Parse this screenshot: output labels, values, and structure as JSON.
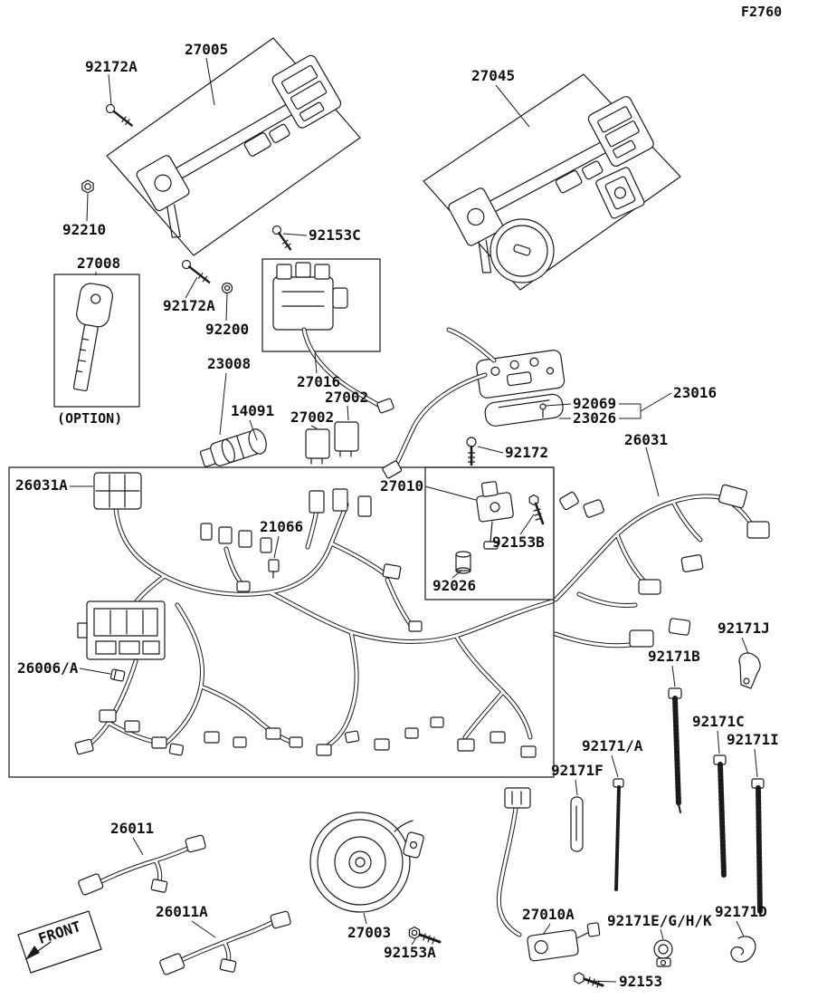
{
  "figure": {
    "code": "F2760"
  },
  "front_marker": {
    "label": "FRONT"
  },
  "option_note": {
    "label": "(OPTION)"
  },
  "labels": {
    "l92172a_1": "92172A",
    "l27005": "27005",
    "l27045": "27045",
    "l92210": "92210",
    "l92153c": "92153C",
    "l27008": "27008",
    "l92172a_2": "92172A",
    "l92200": "92200",
    "l23008": "23008",
    "l27016": "27016",
    "l27002_a": "27002",
    "l14091": "14091",
    "l27002_b": "27002",
    "l92069": "92069",
    "l23026": "23026",
    "l23016": "23016",
    "l26031": "26031",
    "l92172": "92172",
    "l26031a": "26031A",
    "l27010": "27010",
    "l21066": "21066",
    "l92153b": "92153B",
    "l92026": "92026",
    "l92171j": "92171J",
    "l26006a": "26006/A",
    "l92171b": "92171B",
    "l92171c": "92171C",
    "l92171i": "92171I",
    "l92171a": "92171/A",
    "l92171f": "92171F",
    "l26011": "26011",
    "l26011a": "26011A",
    "l27010a": "27010A",
    "l92171eghk": "92171E/G/H/K",
    "l92171d": "92171D",
    "l27003": "27003",
    "l92153a": "92153A",
    "l92153": "92153"
  }
}
